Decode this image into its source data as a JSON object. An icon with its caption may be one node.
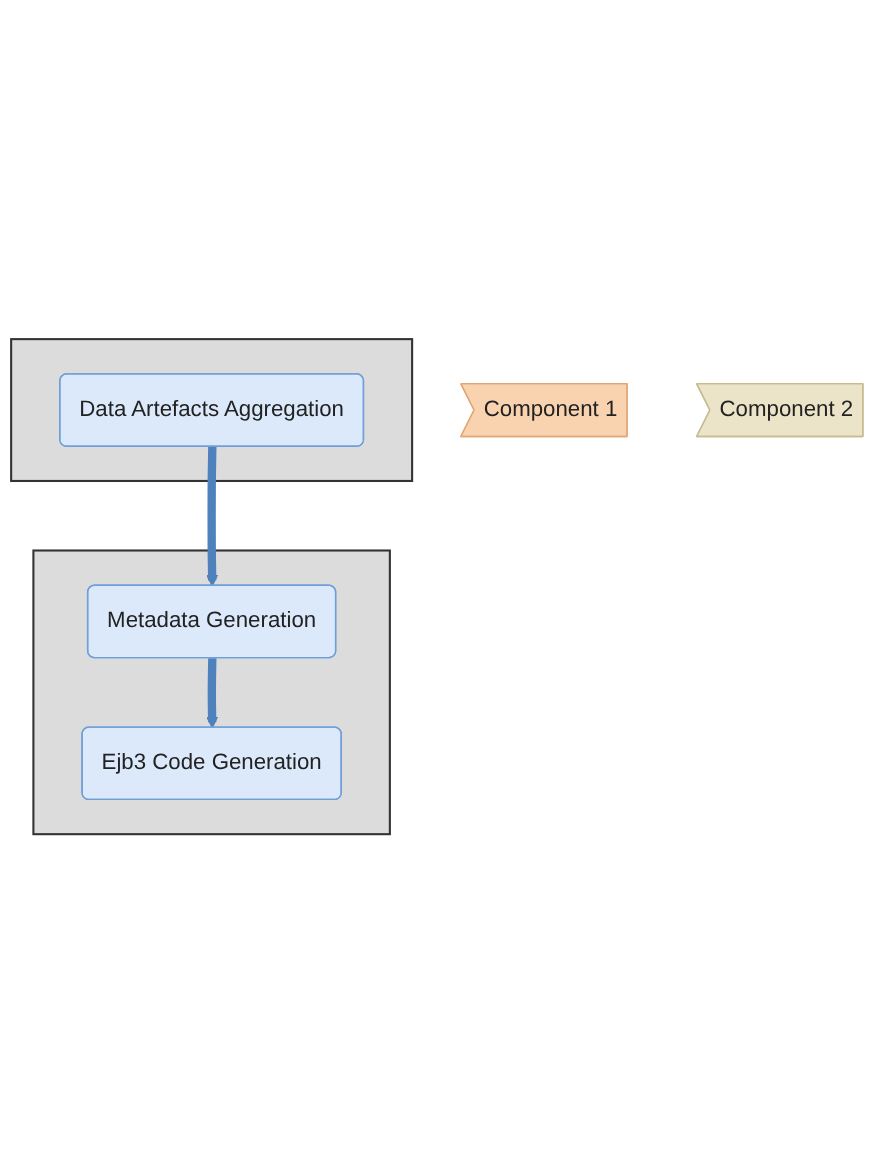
{
  "diagram": {
    "nodes": [
      {
        "text": [
          "Component 1"
        ]
      },
      {
        "text": [],
        "shape": "box"
      },
      {
        "text": [
          "Data Artefacts Aggregation"
        ],
        "in": 1
      },
      {
        "text": [
          "Component 2"
        ]
      },
      {
        "text": [],
        "shape": "box"
      },
      {
        "text": [
          "Metadata Generation"
        ],
        "in": 4
      },
      {
        "text": [
          "Ejb3 Code Generation"
        ],
        "in": 4
      }
    ],
    "edges": [
      {
        "from": 2,
        "to": 5,
        "arrow": "to"
      },
      {
        "from": 5,
        "to": 6,
        "arrow": "to"
      }
    ]
  }
}
